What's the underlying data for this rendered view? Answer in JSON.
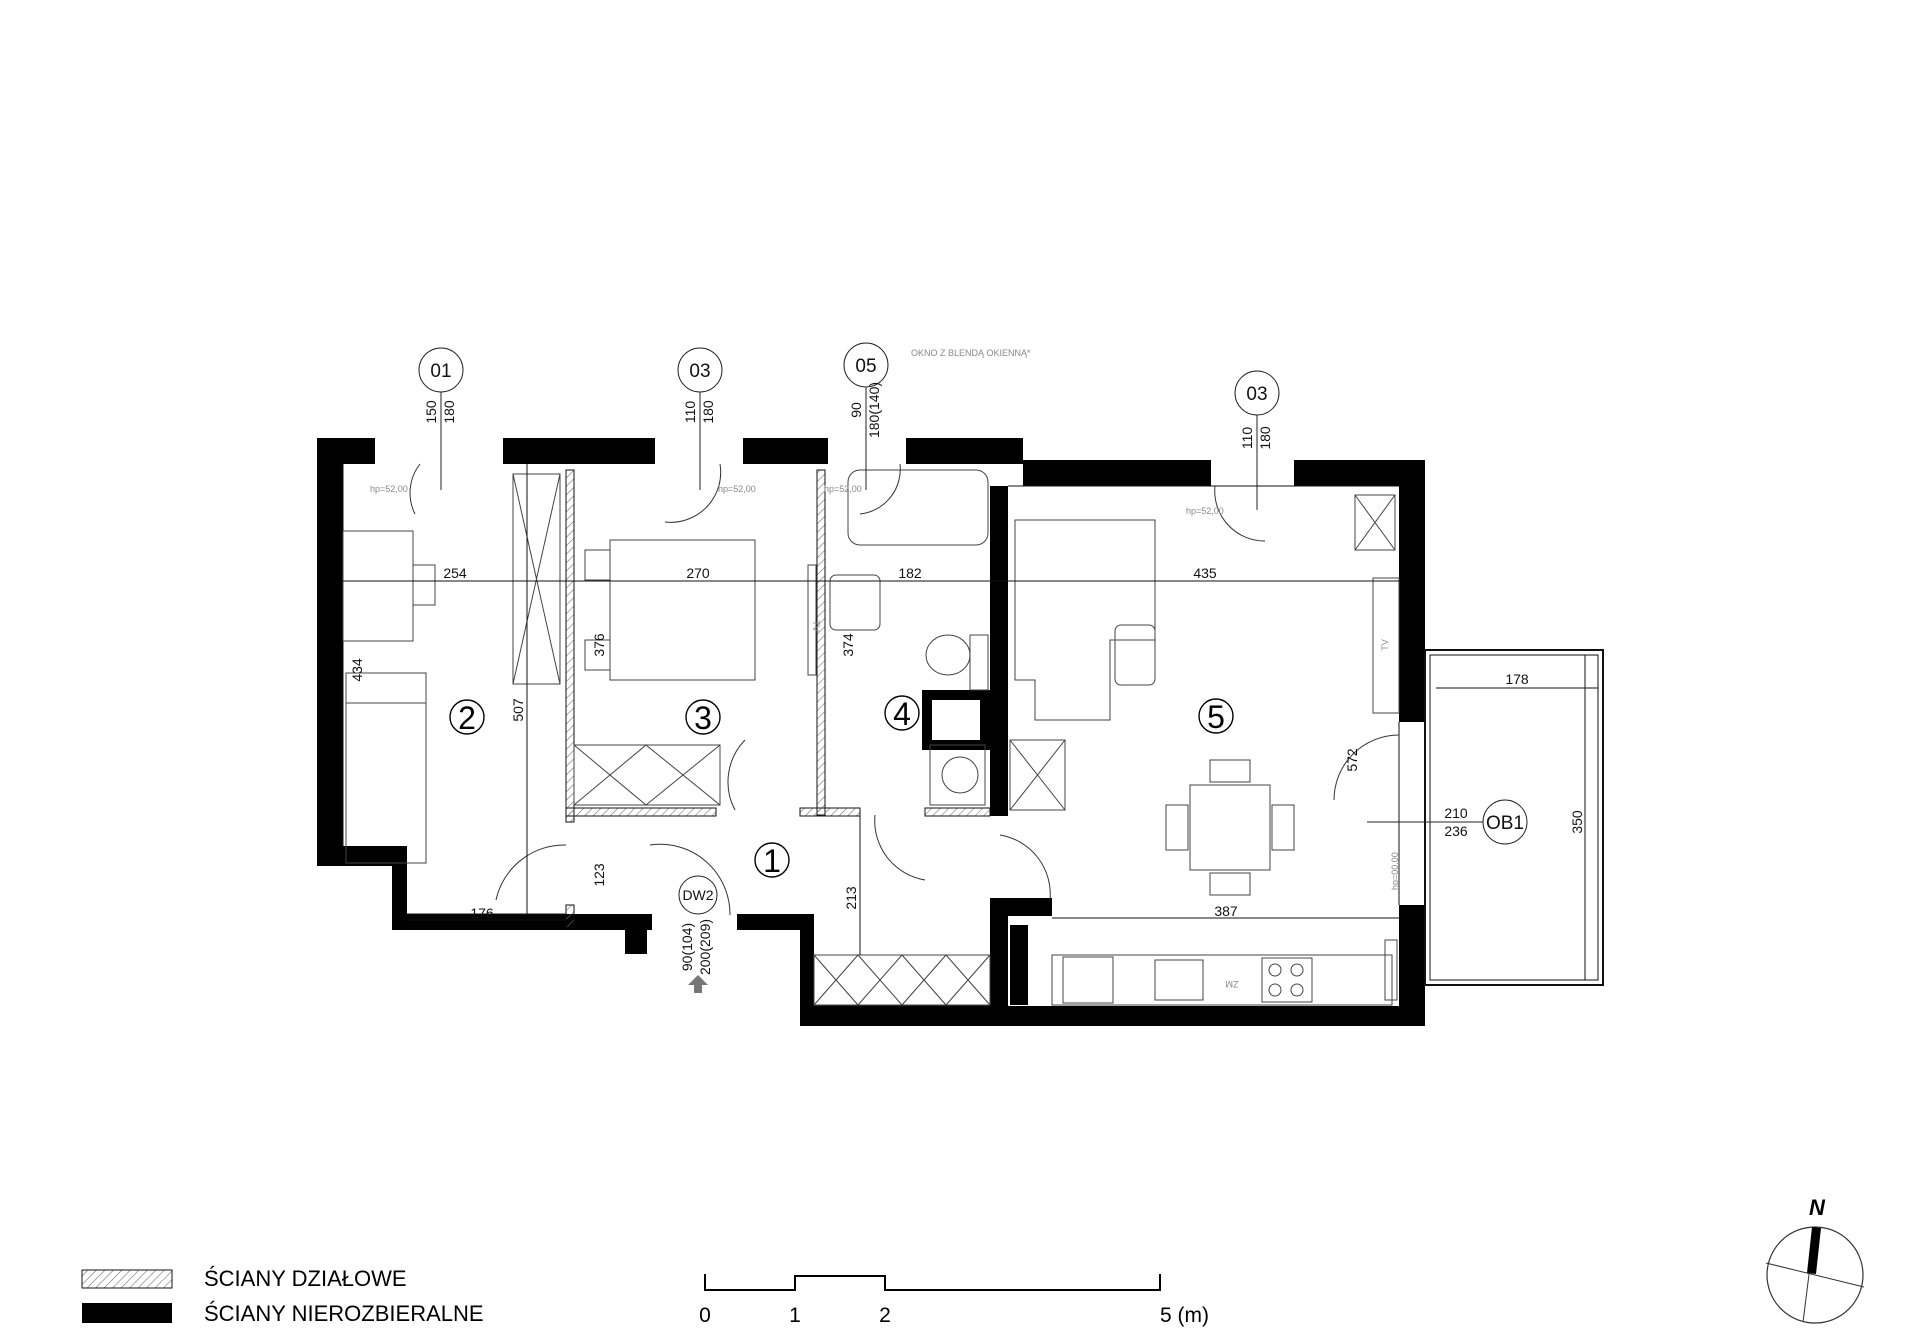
{
  "rooms": [
    {
      "number": "2",
      "width_dim": "254",
      "height_dim": "434",
      "extra_dim": "176"
    },
    {
      "number": "3",
      "width_dim": "270",
      "height_dim": "376"
    },
    {
      "number": "4",
      "width_dim": "182",
      "height_dim": "374"
    },
    {
      "number": "5",
      "width_dim": "435",
      "height_dim": "572",
      "kitchen_dim": "387"
    },
    {
      "number": "1",
      "height_dim": "213",
      "side_dim": "123"
    }
  ],
  "overall_dim": "507",
  "windows": [
    {
      "tag": "01",
      "w": "150",
      "h": "180",
      "sill": "hp=52,00"
    },
    {
      "tag": "03",
      "w": "110",
      "h": "180",
      "sill": "hp=52,00"
    },
    {
      "tag": "05",
      "w": "90",
      "h": "180(140)",
      "sill": "hp=52,00",
      "note": "OKNO Z BLENDĄ OKIENNĄ*"
    },
    {
      "tag": "03",
      "w": "110",
      "h": "180",
      "sill": "hp=52,00"
    }
  ],
  "balcony_door": {
    "tag": "OB1",
    "w": "210",
    "h": "236",
    "sill": "hp=00,00"
  },
  "balcony": {
    "width": "178",
    "depth": "350"
  },
  "entry_door": {
    "tag": "DW2",
    "w": "90(104)",
    "h": "200(209)"
  },
  "labels": {
    "tv1": "TV",
    "tv2": "TV",
    "zm": "ZM"
  },
  "legend": [
    {
      "label": "ŚCIANY DZIAŁOWE",
      "style": "hatched"
    },
    {
      "label": "ŚCIANY NIEROZBIERALNE",
      "style": "solid"
    }
  ],
  "scale": {
    "ticks": [
      "0",
      "1",
      "2",
      "5 (m)"
    ]
  },
  "north": "N",
  "colors": {
    "wall": "#000000",
    "line": "#111111",
    "hatch": "#777777"
  }
}
